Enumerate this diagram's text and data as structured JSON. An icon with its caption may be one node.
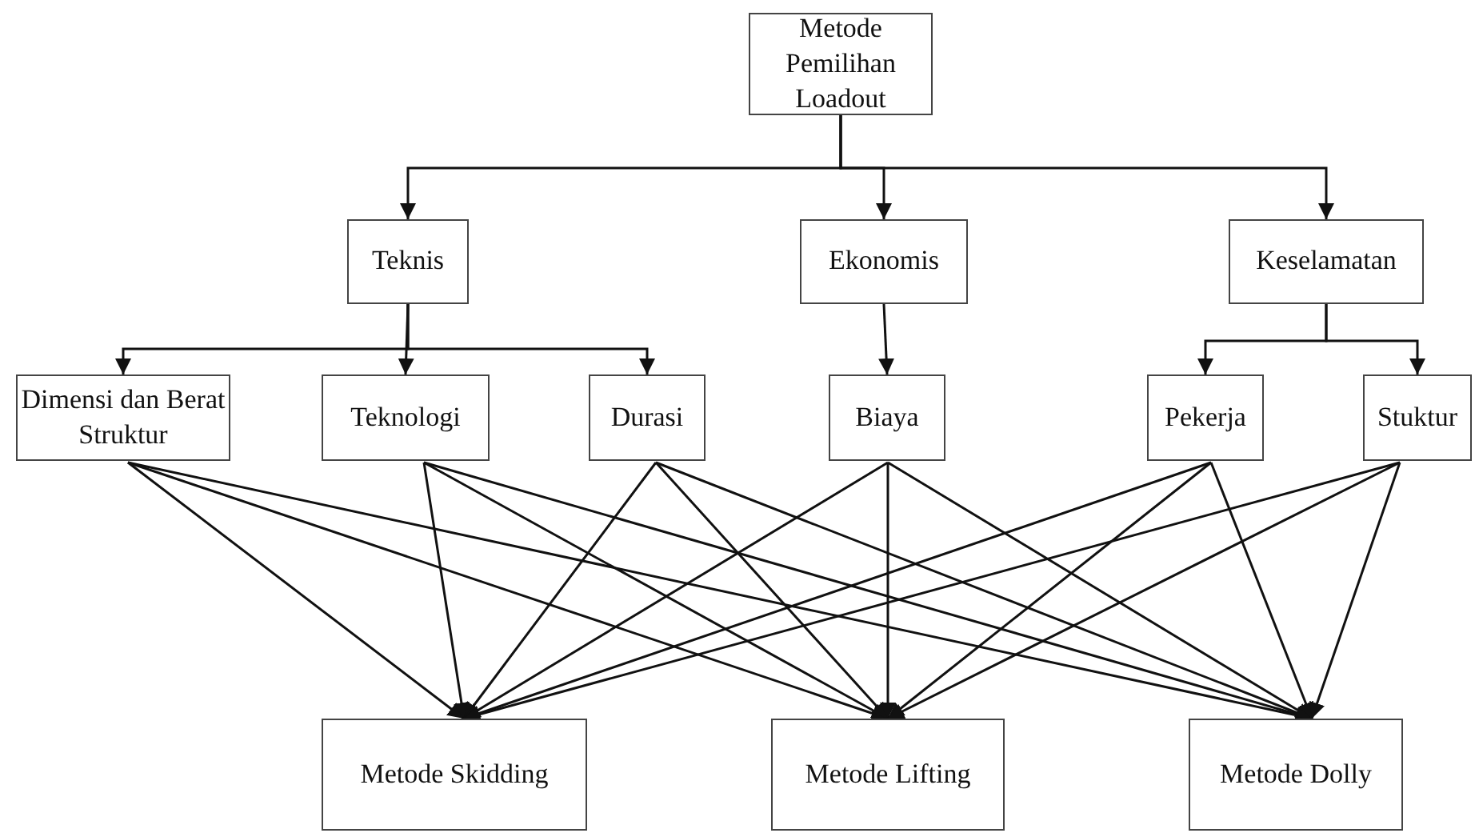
{
  "diagram": {
    "nodes": [
      {
        "text": [
          "Metode Pemilihan Loadout"
        ]
      },
      {
        "text": [
          "Teknis"
        ]
      },
      {
        "text": [
          "Ekonomis"
        ]
      },
      {
        "text": [
          "Keselamatan"
        ]
      },
      {
        "text": [
          "Dimensi dan Berat Struktur"
        ]
      },
      {
        "text": [
          "Teknologi"
        ]
      },
      {
        "text": [
          "Durasi"
        ]
      },
      {
        "text": [
          "Biaya"
        ]
      },
      {
        "text": [
          "Pekerja"
        ]
      },
      {
        "text": [
          "Stuktur"
        ]
      },
      {
        "text": [
          "Metode Skidding"
        ]
      },
      {
        "text": [
          "Metode Lifting"
        ]
      },
      {
        "text": [
          "Metode Dolly"
        ]
      }
    ],
    "edges": [
      {
        "from": 0,
        "to": 1,
        "arrow": "to"
      },
      {
        "from": 0,
        "to": 2,
        "arrow": "to"
      },
      {
        "from": 0,
        "to": 3,
        "arrow": "to"
      },
      {
        "from": 1,
        "to": 4,
        "arrow": "to"
      },
      {
        "from": 1,
        "to": 5,
        "arrow": "to"
      },
      {
        "from": 1,
        "to": 6,
        "arrow": "to"
      },
      {
        "from": 2,
        "to": 7,
        "arrow": "to"
      },
      {
        "from": 3,
        "to": 8,
        "arrow": "to"
      },
      {
        "from": 3,
        "to": 9,
        "arrow": "to"
      },
      {
        "from": 4,
        "to": 10,
        "arrow": "to"
      },
      {
        "from": 4,
        "to": 11,
        "arrow": "to"
      },
      {
        "from": 4,
        "to": 12,
        "arrow": "to"
      },
      {
        "from": 5,
        "to": 10,
        "arrow": "to"
      },
      {
        "from": 5,
        "to": 11,
        "arrow": "to"
      },
      {
        "from": 5,
        "to": 12,
        "arrow": "to"
      },
      {
        "from": 6,
        "to": 10,
        "arrow": "to"
      },
      {
        "from": 6,
        "to": 11,
        "arrow": "to"
      },
      {
        "from": 6,
        "to": 12,
        "arrow": "to"
      },
      {
        "from": 7,
        "to": 10,
        "arrow": "to"
      },
      {
        "from": 7,
        "to": 11,
        "arrow": "to"
      },
      {
        "from": 7,
        "to": 12,
        "arrow": "to"
      },
      {
        "from": 8,
        "to": 10,
        "arrow": "to"
      },
      {
        "from": 8,
        "to": 11,
        "arrow": "to"
      },
      {
        "from": 8,
        "to": 12,
        "arrow": "to"
      },
      {
        "from": 9,
        "to": 10,
        "arrow": "to"
      },
      {
        "from": 9,
        "to": 11,
        "arrow": "to"
      },
      {
        "from": 9,
        "to": 12,
        "arrow": "to"
      }
    ]
  }
}
